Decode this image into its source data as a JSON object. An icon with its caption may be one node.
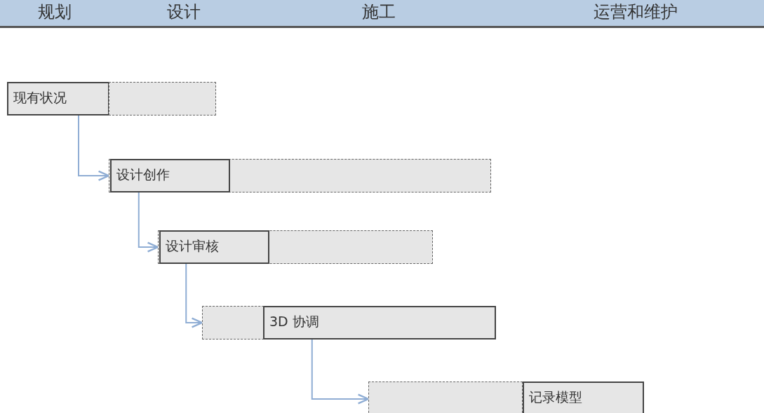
{
  "diagram": {
    "nodes": [
      {
        "text": [
          "规划"
        ]
      },
      {
        "text": [
          "设计"
        ]
      },
      {
        "text": [
          "施工"
        ]
      },
      {
        "text": [
          "运营和维护"
        ]
      },
      {
        "text": [
          "现有状况"
        ]
      },
      {
        "text": [],
        "shape": "bar"
      },
      {
        "text": [],
        "shape": "bar"
      },
      {
        "text": [
          "设计创作"
        ],
        "in": 6
      },
      {
        "text": [],
        "shape": "bar"
      },
      {
        "text": [
          "设计审核"
        ],
        "in": 8
      },
      {
        "text": [],
        "shape": "bar"
      },
      {
        "text": [
          "3D 协调"
        ],
        "in": 10
      },
      {
        "text": [],
        "shape": "bar"
      },
      {
        "text": [
          "记录模型"
        ]
      }
    ],
    "edges": [
      {
        "from": 4,
        "to": 6,
        "arrow": "to"
      },
      {
        "from": 7,
        "to": 8,
        "arrow": "to"
      },
      {
        "from": 9,
        "to": 10,
        "arrow": "to"
      },
      {
        "from": 11,
        "to": 12,
        "arrow": "to"
      }
    ]
  }
}
